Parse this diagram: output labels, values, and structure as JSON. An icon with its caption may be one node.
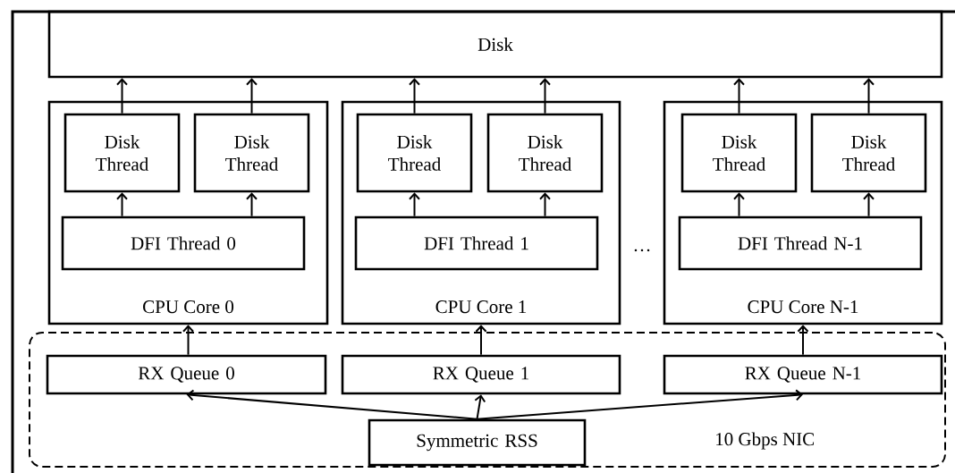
{
  "diagram": {
    "nodes": [
      {
        "text": [
          "Disk"
        ]
      },
      {
        "text": [
          "CPU Core 0"
        ]
      },
      {
        "text": [
          "Disk Thread"
        ],
        "in": 1
      },
      {
        "text": [
          "Disk Thread"
        ],
        "in": 1
      },
      {
        "text": [
          "DFI Thread 0"
        ],
        "in": 1
      },
      {
        "text": [
          "CPU Core 1"
        ]
      },
      {
        "text": [
          "Disk Thread"
        ],
        "in": 5
      },
      {
        "text": [
          "Disk Thread"
        ],
        "in": 5
      },
      {
        "text": [
          "DFI Thread 1"
        ],
        "in": 5
      },
      {
        "text": [
          "CPU Core N-1"
        ]
      },
      {
        "text": [
          "Disk Thread"
        ],
        "in": 9
      },
      {
        "text": [
          "Disk Thread"
        ],
        "in": 9
      },
      {
        "text": [
          "DFI Thread N-1"
        ],
        "in": 9
      },
      {
        "text": [
          "10 Gbps NIC"
        ]
      },
      {
        "text": [
          "RX Queue 0"
        ],
        "in": 13
      },
      {
        "text": [
          "RX Queue 1"
        ],
        "in": 13
      },
      {
        "text": [
          "RX Queue N-1"
        ],
        "in": 13
      },
      {
        "text": [
          "Symmetric RSS"
        ],
        "in": 13
      }
    ],
    "edges": [
      {
        "from": 2,
        "to": 0,
        "arrow": "to"
      },
      {
        "from": 3,
        "to": 0,
        "arrow": "to"
      },
      {
        "from": 6,
        "to": 0,
        "arrow": "to"
      },
      {
        "from": 7,
        "to": 0,
        "arrow": "to"
      },
      {
        "from": 10,
        "to": 0,
        "arrow": "to"
      },
      {
        "from": 11,
        "to": 0,
        "arrow": "to"
      },
      {
        "from": 4,
        "to": 2,
        "arrow": "to"
      },
      {
        "from": 4,
        "to": 3,
        "arrow": "to"
      },
      {
        "from": 8,
        "to": 6,
        "arrow": "to"
      },
      {
        "from": 8,
        "to": 7,
        "arrow": "to"
      },
      {
        "from": 12,
        "to": 10,
        "arrow": "to"
      },
      {
        "from": 12,
        "to": 11,
        "arrow": "to"
      },
      {
        "from": 14,
        "to": 1,
        "arrow": "to"
      },
      {
        "from": 15,
        "to": 5,
        "arrow": "to"
      },
      {
        "from": 16,
        "to": 9,
        "arrow": "to"
      },
      {
        "from": 17,
        "to": 14,
        "arrow": "to"
      },
      {
        "from": 17,
        "to": 15,
        "arrow": "to"
      },
      {
        "from": 17,
        "to": 16,
        "arrow": "to"
      }
    ],
    "labels": [
      "…"
    ]
  }
}
